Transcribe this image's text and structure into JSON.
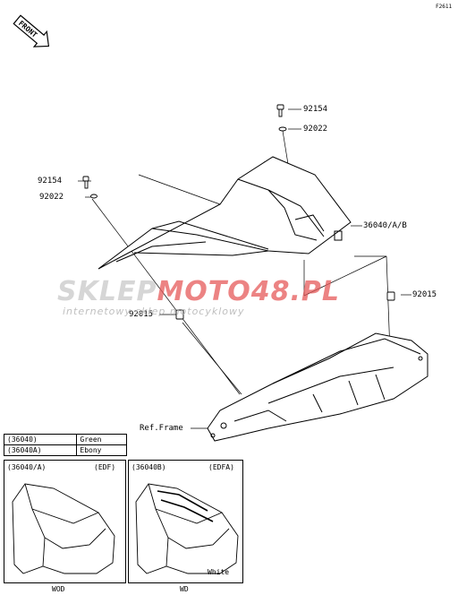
{
  "figure_code": "F2611",
  "front_label": "FRONT",
  "parts": {
    "p1": "92154",
    "p2": "92022",
    "p3": "92154",
    "p4": "92022",
    "p5": "36040/A/B",
    "p6": "92015",
    "p7": "92015",
    "ref_frame": "Ref.Frame"
  },
  "watermark": {
    "brand_a": "SKLEP",
    "brand_b": "MOTO48.PL",
    "tagline": "internetowy sklep motocyklowy"
  },
  "colors": {
    "watermark_grey": "#c8c8c8",
    "watermark_red": "#e65a5a"
  },
  "color_table": [
    {
      "code": "(36040)",
      "color": "Green"
    },
    {
      "code": "(36040A)",
      "color": "Ebony"
    }
  ],
  "variants": [
    {
      "code": "(36040/A)",
      "tag": "(EDF)",
      "bottom": "WOD",
      "note": ""
    },
    {
      "code": "(36040B)",
      "tag": "(EDFA)",
      "bottom": "WD",
      "note": "White"
    }
  ]
}
